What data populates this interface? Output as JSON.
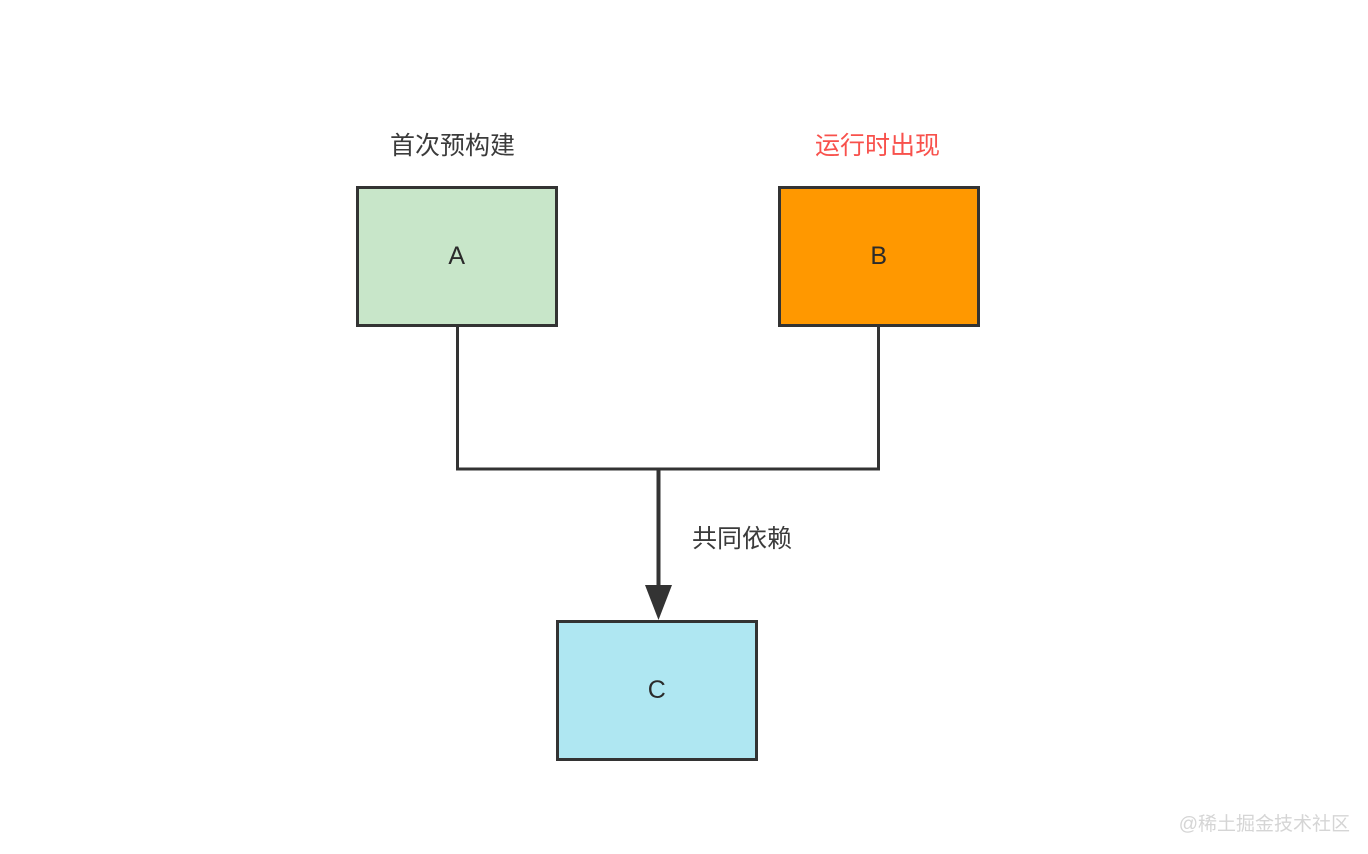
{
  "diagram": {
    "type": "flowchart",
    "background_color": "#ffffff",
    "nodes": [
      {
        "id": "A",
        "label": "A",
        "caption": "首次预构建",
        "fill_color": "#c8e6c9",
        "border_color": "#333333",
        "caption_color": "#3b3b3b"
      },
      {
        "id": "B",
        "label": "B",
        "caption": "运行时出现",
        "fill_color": "#ff9800",
        "border_color": "#333333",
        "caption_color": "#f8514c"
      },
      {
        "id": "C",
        "label": "C",
        "caption": "",
        "fill_color": "#afe7f2",
        "border_color": "#333333",
        "caption_color": "#3b3b3b"
      }
    ],
    "edges": [
      {
        "from": "A",
        "to": "C",
        "label": "共同依赖",
        "style": "orthogonal",
        "arrowhead": "filled-triangle",
        "color": "#333333"
      },
      {
        "from": "B",
        "to": "C",
        "label": "共同依赖",
        "style": "orthogonal",
        "arrowhead": "filled-triangle",
        "color": "#333333"
      }
    ],
    "edge_label": "共同依赖"
  },
  "watermark": {
    "text": "@稀土掘金技术社区",
    "color": "#d5d5d5"
  }
}
